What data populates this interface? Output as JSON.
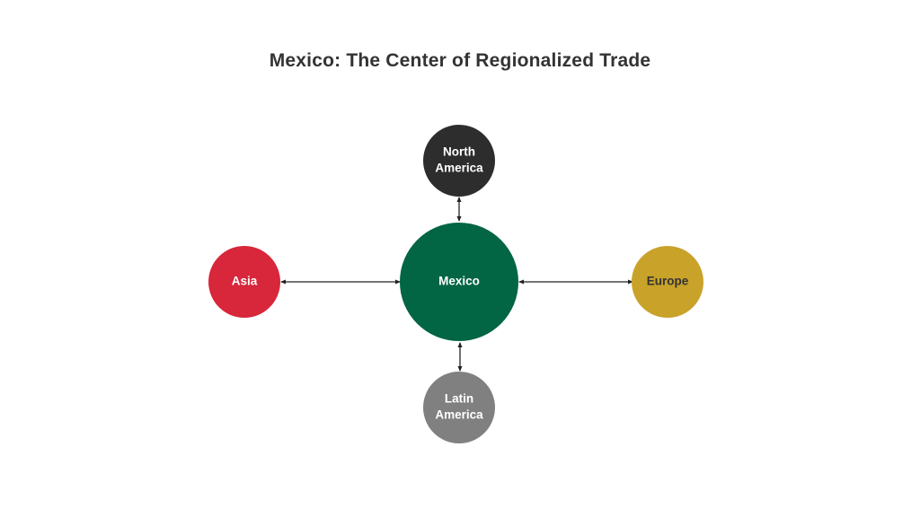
{
  "title": "Mexico: The Center of Regionalized Trade",
  "center": {
    "label": "Mexico",
    "color": "#026543",
    "text_color": "#ffffff"
  },
  "nodes": [
    {
      "id": "north-america",
      "lines": [
        "North",
        "America"
      ],
      "color": "#2d2d2d",
      "text_color": "#ffffff"
    },
    {
      "id": "asia",
      "lines": [
        "Asia"
      ],
      "color": "#d8263a",
      "text_color": "#ffffff"
    },
    {
      "id": "europe",
      "lines": [
        "Europe"
      ],
      "color": "#c9a22a",
      "text_color": "#333333"
    },
    {
      "id": "latin-america",
      "lines": [
        "Latin",
        "America"
      ],
      "color": "#808080",
      "text_color": "#ffffff"
    }
  ],
  "edges": [
    {
      "from": "Mexico",
      "to": "north-america",
      "direction": "bidirectional"
    },
    {
      "from": "Mexico",
      "to": "asia",
      "direction": "bidirectional"
    },
    {
      "from": "Mexico",
      "to": "europe",
      "direction": "bidirectional"
    },
    {
      "from": "Mexico",
      "to": "latin-america",
      "direction": "bidirectional"
    }
  ]
}
